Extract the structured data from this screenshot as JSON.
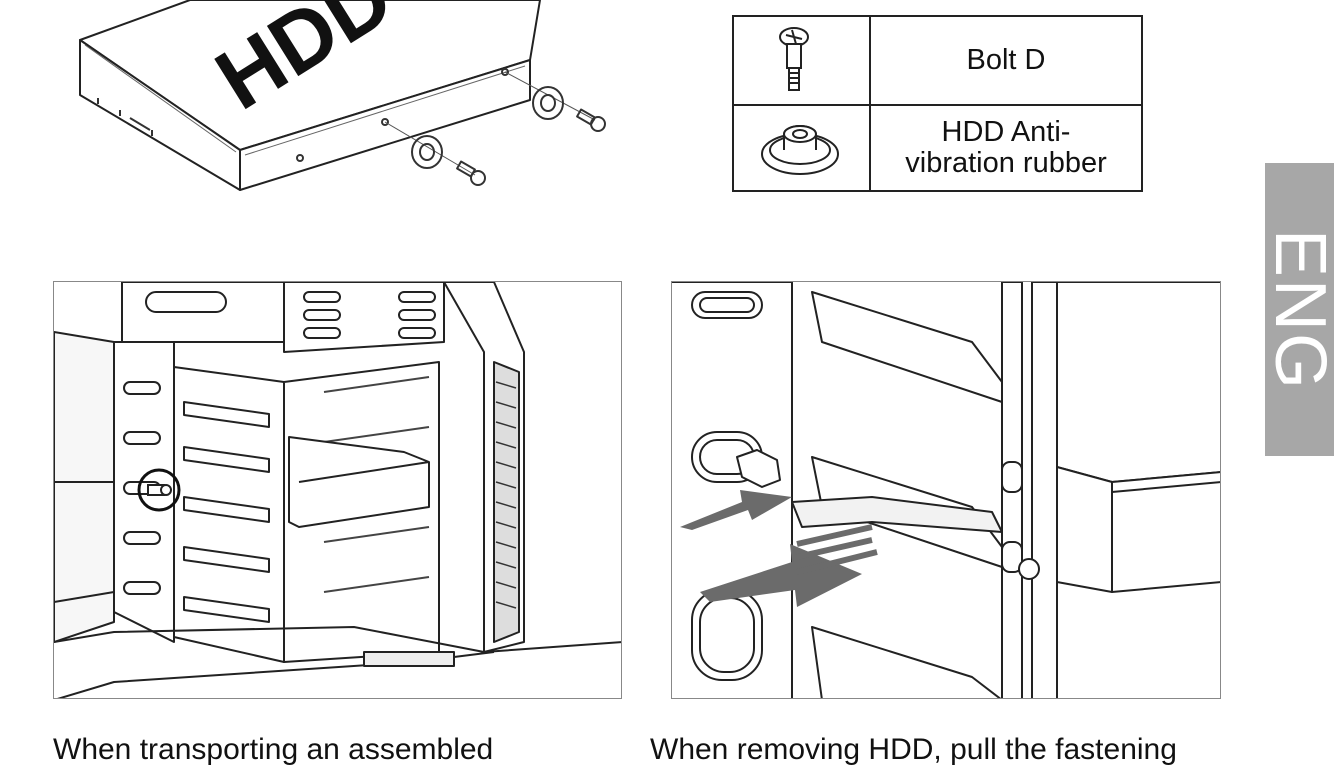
{
  "hdd_illustration": {
    "label": "HDD"
  },
  "parts_table": {
    "rows": [
      {
        "icon": "bolt-icon",
        "label": "Bolt D"
      },
      {
        "icon": "rubber-grommet-icon",
        "label": "HDD Anti-vibration rubber",
        "line1": "HDD Anti-",
        "line2": "vibration rubber"
      }
    ]
  },
  "language_tab": {
    "label": "ENG"
  },
  "captions": {
    "left": "When transporting an assembled",
    "right": "When removing HDD, pull the fastening"
  }
}
